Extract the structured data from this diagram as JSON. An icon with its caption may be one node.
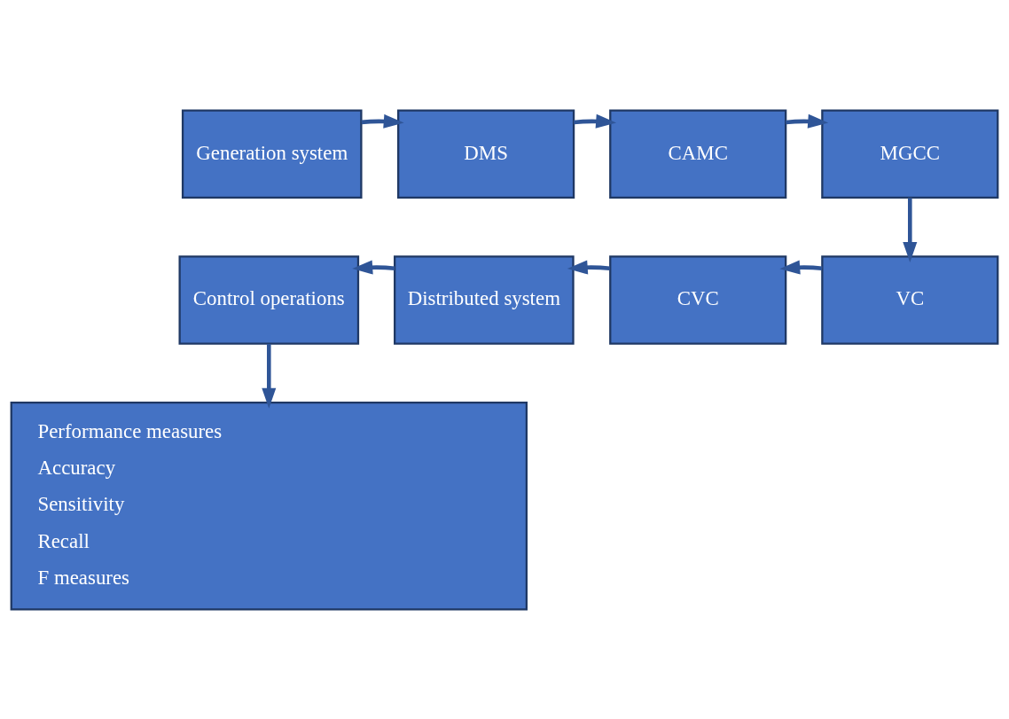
{
  "diagram": {
    "nodes": [
      {
        "text": [
          "Generation system"
        ]
      },
      {
        "text": [
          "DMS"
        ]
      },
      {
        "text": [
          "CAMC"
        ]
      },
      {
        "text": [
          "MGCC"
        ]
      },
      {
        "text": [
          "VC"
        ]
      },
      {
        "text": [
          "CVC"
        ]
      },
      {
        "text": [
          "Distributed system"
        ]
      },
      {
        "text": [
          "Control operations"
        ]
      },
      {
        "text": [
          "Performance measures",
          "Accuracy",
          "Sensitivity",
          "Recall",
          "F measures"
        ]
      }
    ],
    "edges": [
      {
        "from": 0,
        "to": 1,
        "arrow": "to"
      },
      {
        "from": 1,
        "to": 2,
        "arrow": "to"
      },
      {
        "from": 2,
        "to": 3,
        "arrow": "to"
      },
      {
        "from": 3,
        "to": 4,
        "arrow": "to"
      },
      {
        "from": 4,
        "to": 5,
        "arrow": "to"
      },
      {
        "from": 5,
        "to": 6,
        "arrow": "to"
      },
      {
        "from": 6,
        "to": 7,
        "arrow": "to"
      },
      {
        "from": 7,
        "to": 8,
        "arrow": "to"
      }
    ]
  }
}
